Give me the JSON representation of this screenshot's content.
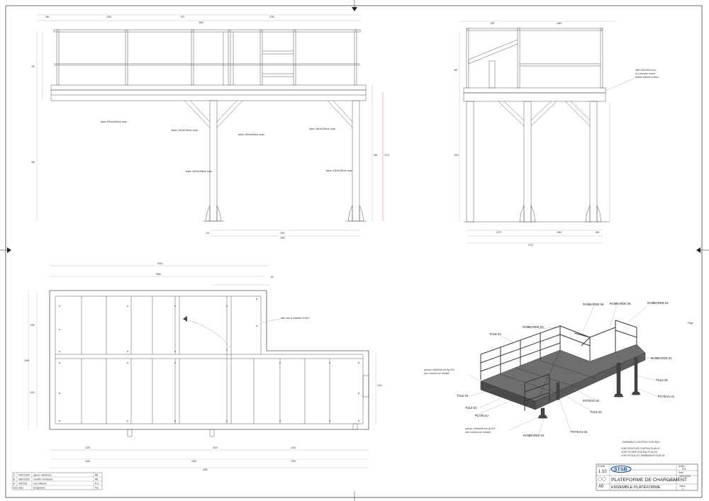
{
  "side_view_notes": [
    "tube 200x100x4 inox",
    "tube 100x100x4 inox",
    "tube 100x100x4 inox",
    "tube 100x100x4 inox",
    "tube 100x100x4 inox",
    "tube 100x100x4 inox"
  ],
  "side_view_dims": [
    "390",
    "2780",
    "970",
    "2750",
    "3390",
    "200",
    "380",
    "560",
    "2270",
    "3940",
    "3390",
    "120"
  ],
  "end_view_dims": [
    "981",
    "1063",
    "460",
    "1810",
    "2270",
    "1063",
    "2270",
    "380"
  ],
  "end_view_note": [
    "tube 200x100x4 inox",
    "/p a dessiner ouvert",
    "fixation barriere voisure"
  ],
  "plan_view_dims": [
    "3944",
    "3666",
    "80",
    "1000",
    "1490",
    "1100",
    "1100",
    "3390",
    "3240",
    "1460",
    "2750",
    "3100",
    "1200",
    "1200"
  ],
  "plan_view_note": "tole alu a damier 5.5x7",
  "iso_labels": {
    "r06": "RAMBARDE 06",
    "r05": "RAMBARDE 05",
    "r04": "RAMBARDE 04",
    "r03": "RAMBARDE 03",
    "t03": "TOLE 03",
    "r02": "RAMBARDE 02",
    "t05": "TOLE 05",
    "cornL1": "prevoir L 80x80x8 inox lg=200",
    "cornL2": "pour soudure sur existant",
    "t01": "TOLE 01",
    "p02": "POTEAU 02",
    "p01": "POTEAU 01",
    "t02": "TOLE 02",
    "t04": "TOLE 04",
    "plateau": "PLATEAU",
    "cornR1": "prevoir L 80x80x8 inox lg=200",
    "cornR2": "pour soudure sur existant",
    "p03": "POTEAU 03",
    "r01": "RAMBARDE 01"
  },
  "assembly_notes": [
    "ENSEMBLE CONSTRUCTION INOX",
    "VOIR OSSATURE PLATEAU PLAN 02",
    "VOIR TOLERIE PLATEAU PLAN 03",
    "VOIR POTEAU ET RAMBARDES PLAN 04"
  ],
  "revision_table": {
    "rows": [
      {
        "ind": "C",
        "date": "09/02/2016",
        "designation": "ajouter rambardes",
        "par": "RB"
      },
      {
        "ind": "B",
        "date": "08/02/2016",
        "designation": "modifier rambardes",
        "par": "RB"
      },
      {
        "ind": "A",
        "date": "05/02/16",
        "designation": "1ere diffusion",
        "par": "R.G"
      }
    ],
    "headers": {
      "ind": "Ind.",
      "date": "Date",
      "designation": "Designation",
      "par": "Par"
    }
  },
  "title_block": {
    "echelle_label": "Echelle",
    "scale": "1:10",
    "title": "PLATEFORME DE CHARGEMENT",
    "num_label": "N°",
    "num_value": "01",
    "subtitle": "ENSEMBLE PLATEFORME",
    "format": "A0",
    "auteur_label": "Auteur",
    "auteur": "R.B",
    "date_label": "Date",
    "date": "04/02/2016",
    "indice_label": "Indice",
    "indice": "C",
    "logo_text": "STSB"
  },
  "margin_tag": "Page"
}
